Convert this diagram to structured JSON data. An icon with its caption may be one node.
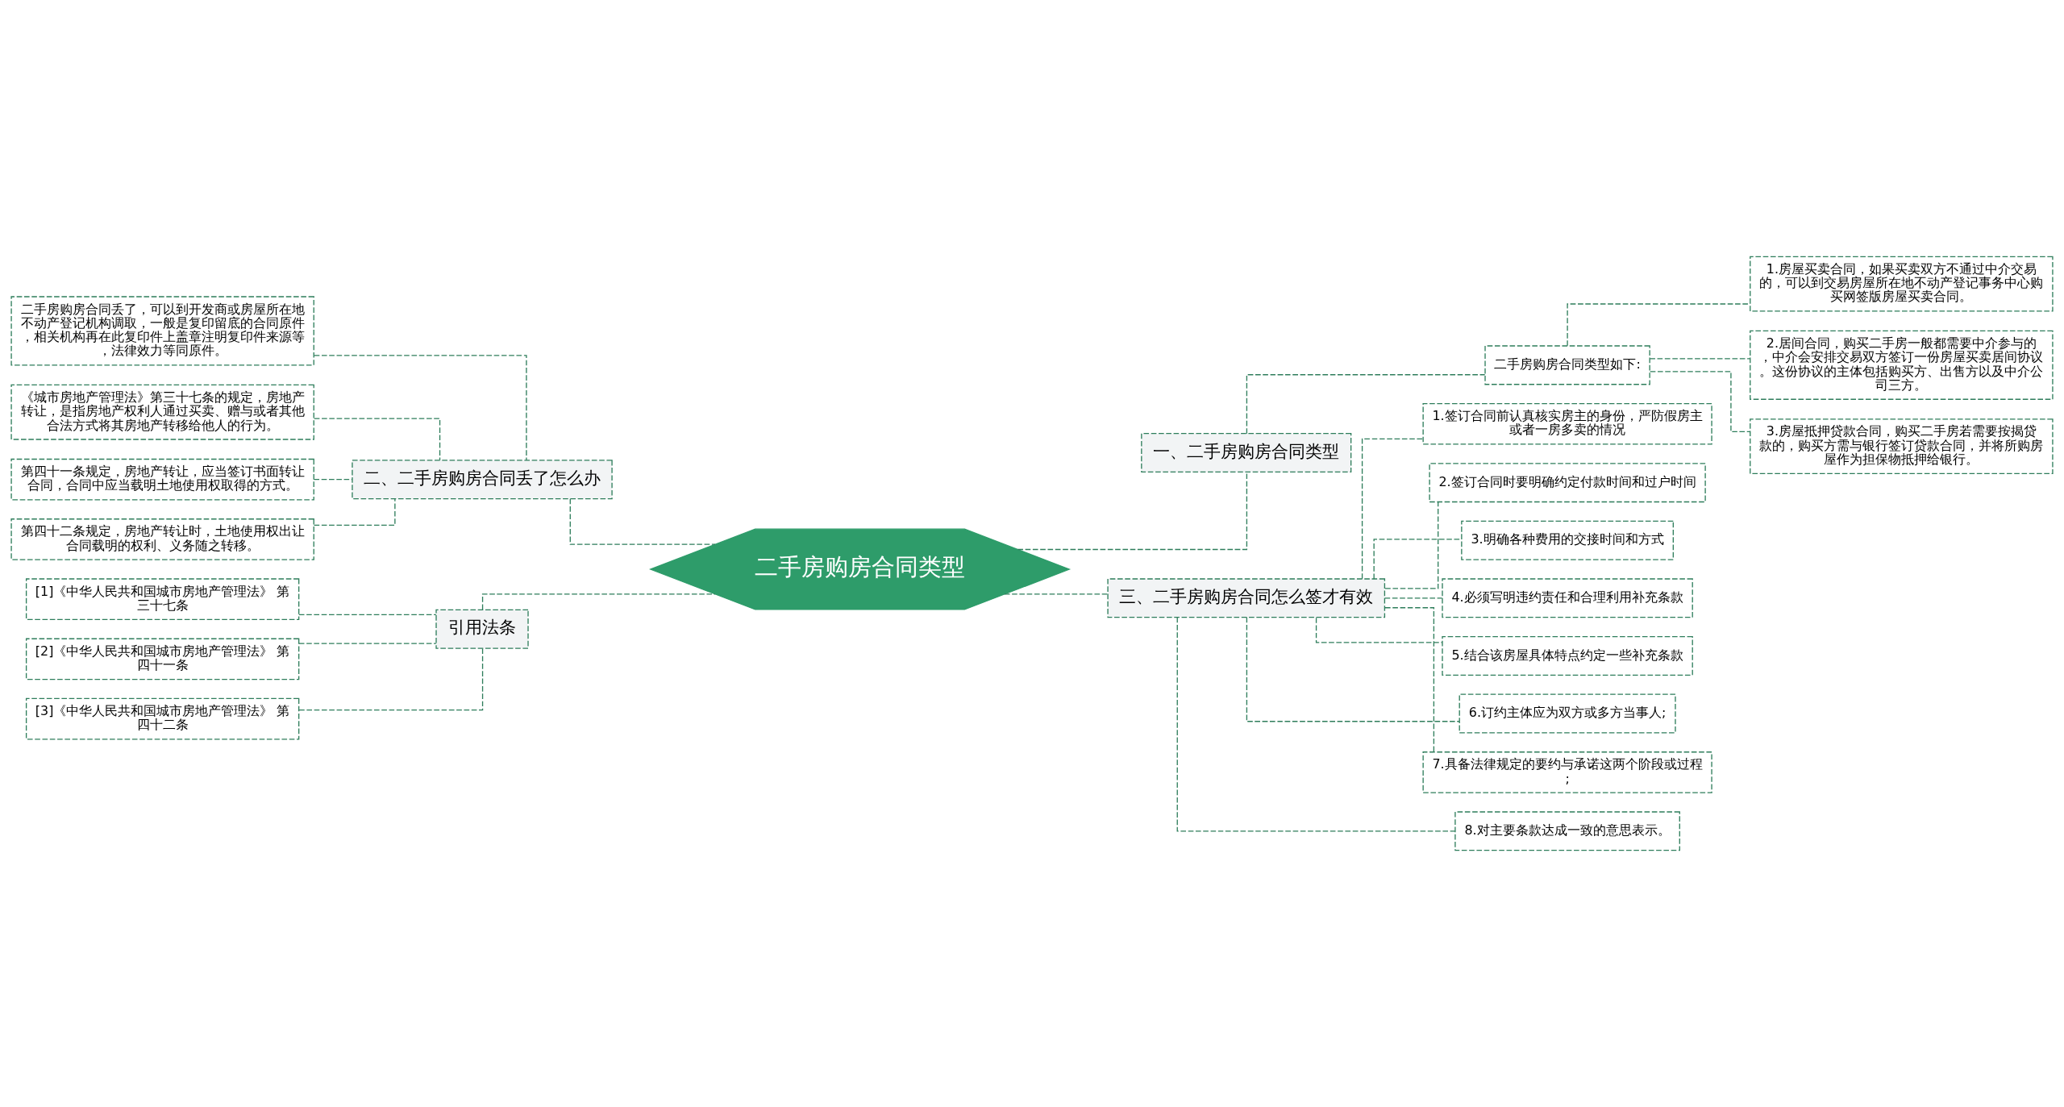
{
  "diagram": {
    "nodes": [
      {
        "text": [
          "二手房购房合同类型"
        ]
      },
      {
        "text": [
          "一、二手房购房合同类型"
        ]
      },
      {
        "text": [
          "二手房购房合同类型如下:"
        ]
      },
      {
        "text": [
          "1.房屋买卖合同，如果买卖双方不通过中介交易的，可以到交易房屋所在地不动产登记事务中心购买网签版房屋买卖合同。"
        ]
      },
      {
        "text": [
          "2.居间合同，购买二手房一般都需要中介参与的，中介会安排交易双方签订一份房屋买卖居间协议。这份协议的主体包括购买方、出售方以及中介公司三方。"
        ]
      },
      {
        "text": [
          "3.房屋抵押贷款合同，购买二手房若需要按揭贷款的，购买方需与银行签订贷款合同，并将所购房屋作为担保物抵押给银行。"
        ]
      },
      {
        "text": [
          "三、二手房购房合同怎么签才有效"
        ]
      },
      {
        "text": [
          "1.签订合同前认真核实房主的身份，严防假房主或者一房多卖的情况"
        ]
      },
      {
        "text": [
          "2.签订合同时要明确约定付款时间和过户时间"
        ]
      },
      {
        "text": [
          "3.明确各种费用的交接时间和方式"
        ]
      },
      {
        "text": [
          "4.必须写明违约责任和合理利用补充条款"
        ]
      },
      {
        "text": [
          "5.结合该房屋具体特点约定一些补充条款"
        ]
      },
      {
        "text": [
          "6.订约主体应为双方或多方当事人;"
        ]
      },
      {
        "text": [
          "7.具备法律规定的要约与承诺这两个阶段或过程;"
        ]
      },
      {
        "text": [
          "8.对主要条款达成一致的意思表示。"
        ]
      },
      {
        "text": [
          "二、二手房购房合同丢了怎么办"
        ]
      },
      {
        "text": [
          "二手房购房合同丢了，可以到开发商或房屋所在地不动产登记机构调取，一般是复印留底的合同原件，相关机构再在此复印件上盖章注明复印件来源等，法律效力等同原件。"
        ]
      },
      {
        "text": [
          "《城市房地产管理法》第三十七条的规定，房地产转让，是指房地产权利人通过买卖、赠与或者其他合法方式将其房地产转移给他人的行为。"
        ]
      },
      {
        "text": [
          "第四十一条规定，房地产转让，应当签订书面转让合同，合同中应当载明土地使用权取得的方式。"
        ]
      },
      {
        "text": [
          "第四十二条规定，房地产转让时，土地使用权出让合同载明的权利、义务随之转移。"
        ]
      },
      {
        "text": [
          "引用法条"
        ]
      },
      {
        "text": [
          "[1]《中华人民共和国城市房地产管理法》 第三十七条"
        ]
      },
      {
        "text": [
          "[2]《中华人民共和国城市房地产管理法》 第四十一条"
        ]
      },
      {
        "text": [
          "[3]《中华人民共和国城市房地产管理法》 第四十二条"
        ]
      }
    ],
    "edges": [
      {
        "from": 0,
        "to": 1,
        "arrow": "none",
        "style": "dashed"
      },
      {
        "from": 1,
        "to": 2,
        "arrow": "none",
        "style": "dashed"
      },
      {
        "from": 2,
        "to": 3,
        "arrow": "none",
        "style": "dashed"
      },
      {
        "from": 2,
        "to": 4,
        "arrow": "none",
        "style": "dashed"
      },
      {
        "from": 2,
        "to": 5,
        "arrow": "none",
        "style": "dashed"
      },
      {
        "from": 0,
        "to": 6,
        "arrow": "none",
        "style": "dashed"
      },
      {
        "from": 6,
        "to": 7,
        "arrow": "none",
        "style": "dashed"
      },
      {
        "from": 6,
        "to": 8,
        "arrow": "none",
        "style": "dashed"
      },
      {
        "from": 6,
        "to": 9,
        "arrow": "none",
        "style": "dashed"
      },
      {
        "from": 6,
        "to": 10,
        "arrow": "none",
        "style": "dashed"
      },
      {
        "from": 6,
        "to": 11,
        "arrow": "none",
        "style": "dashed"
      },
      {
        "from": 6,
        "to": 12,
        "arrow": "none",
        "style": "dashed"
      },
      {
        "from": 6,
        "to": 13,
        "arrow": "none",
        "style": "dashed"
      },
      {
        "from": 6,
        "to": 14,
        "arrow": "none",
        "style": "dashed"
      },
      {
        "from": 0,
        "to": 15,
        "arrow": "none",
        "style": "dashed"
      },
      {
        "from": 15,
        "to": 16,
        "arrow": "none",
        "style": "dashed"
      },
      {
        "from": 15,
        "to": 17,
        "arrow": "none",
        "style": "dashed"
      },
      {
        "from": 15,
        "to": 18,
        "arrow": "none",
        "style": "dashed"
      },
      {
        "from": 15,
        "to": 19,
        "arrow": "none",
        "style": "dashed"
      },
      {
        "from": 0,
        "to": 20,
        "arrow": "none",
        "style": "dashed"
      },
      {
        "from": 20,
        "to": 21,
        "arrow": "none",
        "style": "dashed"
      },
      {
        "from": 20,
        "to": 22,
        "arrow": "none",
        "style": "dashed"
      },
      {
        "from": 20,
        "to": 23,
        "arrow": "none",
        "style": "dashed"
      }
    ]
  }
}
